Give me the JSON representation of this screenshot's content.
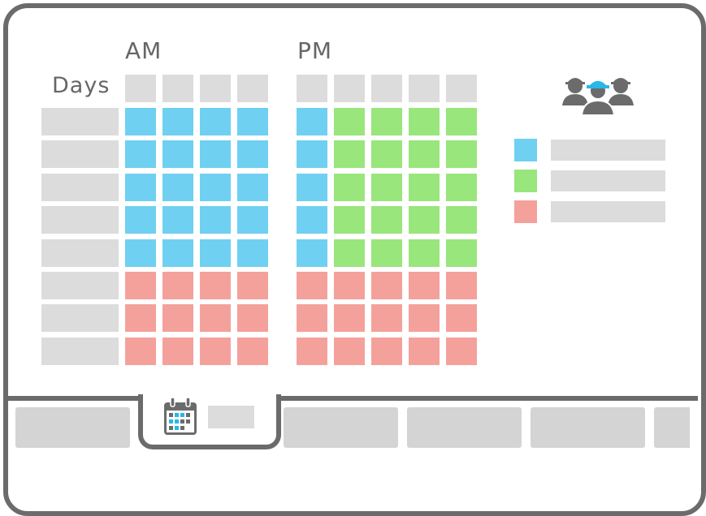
{
  "headings": {
    "am": "AM",
    "pm": "PM",
    "days": "Days"
  },
  "colors": {
    "blue": "#6fd0f1",
    "green": "#98e67c",
    "red": "#f4a19c",
    "gray": "#dcdcdc",
    "frame": "#6b6b6b"
  },
  "schedule": {
    "am_columns": 4,
    "pm_columns": 5,
    "rows": [
      {
        "am": [
          "blue",
          "blue",
          "blue",
          "blue"
        ],
        "pm": [
          "blue",
          "green",
          "green",
          "green",
          "green"
        ]
      },
      {
        "am": [
          "blue",
          "blue",
          "blue",
          "blue"
        ],
        "pm": [
          "blue",
          "green",
          "green",
          "green",
          "green"
        ]
      },
      {
        "am": [
          "blue",
          "blue",
          "blue",
          "blue"
        ],
        "pm": [
          "blue",
          "green",
          "green",
          "green",
          "green"
        ]
      },
      {
        "am": [
          "blue",
          "blue",
          "blue",
          "blue"
        ],
        "pm": [
          "blue",
          "green",
          "green",
          "green",
          "green"
        ]
      },
      {
        "am": [
          "blue",
          "blue",
          "blue",
          "blue"
        ],
        "pm": [
          "blue",
          "green",
          "green",
          "green",
          "green"
        ]
      },
      {
        "am": [
          "red",
          "red",
          "red",
          "red"
        ],
        "pm": [
          "red",
          "red",
          "red",
          "red",
          "red"
        ]
      },
      {
        "am": [
          "red",
          "red",
          "red",
          "red"
        ],
        "pm": [
          "red",
          "red",
          "red",
          "red",
          "red"
        ]
      },
      {
        "am": [
          "red",
          "red",
          "red",
          "red"
        ],
        "pm": [
          "red",
          "red",
          "red",
          "red",
          "red"
        ]
      }
    ]
  },
  "legend": [
    "blue",
    "green",
    "red"
  ],
  "icons": {
    "team": "workers-hardhat-icon",
    "calendar": "calendar-icon"
  }
}
